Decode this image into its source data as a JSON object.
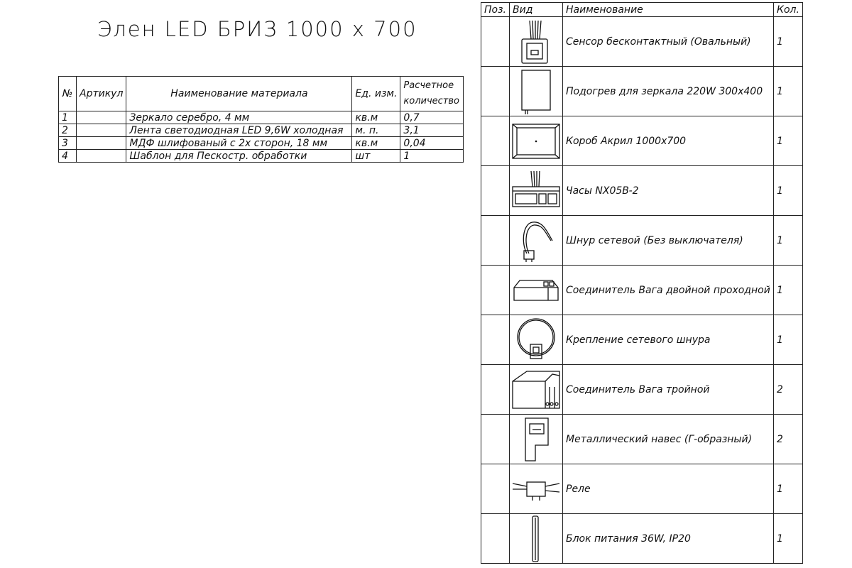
{
  "title": "Элен LED БРИЗ 1000 x 700",
  "materials": {
    "headers": {
      "num": "№",
      "article": "Артикул",
      "name": "Наименование материала",
      "unit": "Ед. изм.",
      "qty": "Расчетное количество"
    },
    "rows": [
      {
        "num": "1",
        "article": "",
        "name": "Зеркало серебро, 4 мм",
        "unit": "кв.м",
        "qty": "0,7"
      },
      {
        "num": "2",
        "article": "",
        "name": "Лента светодиодная LED 9,6W холодная",
        "unit": "м. п.",
        "qty": "3,1"
      },
      {
        "num": "3",
        "article": "",
        "name": "МДФ шлифованый с 2х сторон, 18 мм",
        "unit": "кв.м",
        "qty": "0,04"
      },
      {
        "num": "4",
        "article": "",
        "name": "Шаблон для Пескостр. обработки",
        "unit": "шт",
        "qty": "1"
      }
    ]
  },
  "parts": {
    "headers": {
      "pos": "Поз.",
      "view": "Вид",
      "name": "Наименование",
      "qty": "Кол."
    },
    "rows": [
      {
        "icon": "touch-sensor-icon",
        "name": "Сенсор бесконтактный (Овальный)",
        "qty": "1"
      },
      {
        "icon": "mirror-heater-icon",
        "name": "Подогрев для зеркала 220W 300х400",
        "qty": "1"
      },
      {
        "icon": "acrylic-box-icon",
        "name": "Короб Акрил 1000х700",
        "qty": "1"
      },
      {
        "icon": "clock-module-icon",
        "name": "Часы NX05B-2",
        "qty": "1"
      },
      {
        "icon": "power-cord-icon",
        "name": "Шнур сетевой (Без выключателя)",
        "qty": "1"
      },
      {
        "icon": "wago-double-connector-icon",
        "name": "Соединитель Вага двойной проходной",
        "qty": "1"
      },
      {
        "icon": "cord-clamp-icon",
        "name": "Крепление сетевого шнура",
        "qty": "1"
      },
      {
        "icon": "wago-triple-connector-icon",
        "name": "Соединитель Вага тройной",
        "qty": "2"
      },
      {
        "icon": "l-bracket-icon",
        "name": "Металлический навес (Г-образный)",
        "qty": "2"
      },
      {
        "icon": "relay-icon",
        "name": "Реле",
        "qty": "1"
      },
      {
        "icon": "power-supply-icon",
        "name": "Блок питания 36W, IP20",
        "qty": "1"
      }
    ]
  }
}
